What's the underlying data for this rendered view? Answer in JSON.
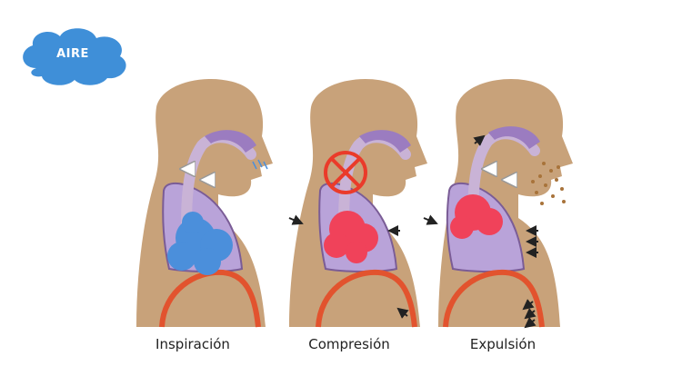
{
  "cloud": {
    "label": "AIRE",
    "color": "#3f8fd8"
  },
  "stages": [
    {
      "caption": "Inspiración"
    },
    {
      "caption": "Compresión"
    },
    {
      "caption": "Expulsión"
    }
  ],
  "colors": {
    "skin": "#c8a27a",
    "skin_shadow": "#a8835f",
    "airway": "#c9b3d6",
    "lung_chamber": "#b9a3d9",
    "air_blue": "#4b8fdb",
    "air_red": "#f0425a",
    "diaphragm": "#e2532e",
    "stop_sign": "#ea3b2a",
    "arrow": "#222222"
  }
}
